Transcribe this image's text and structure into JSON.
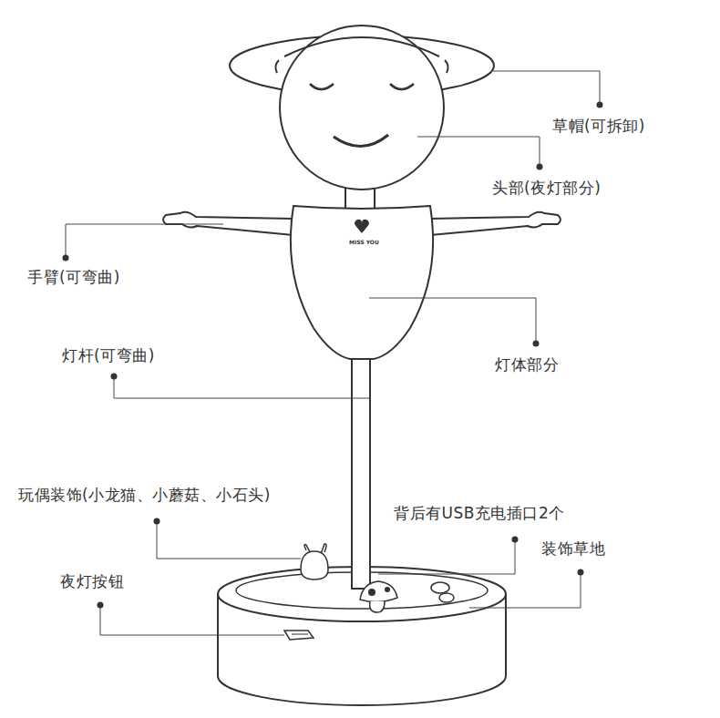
{
  "diagram": {
    "labels": [
      "草帽(可拆卸)",
      "头部(夜灯部分)",
      "手臂(可弯曲)",
      "灯体部分",
      "灯杆(可弯曲)",
      "玩偶装饰(小龙猫、小蘑菇、小石头)",
      "背后有USB充电插口2个",
      "装饰草地",
      "夜灯按钮",
      "MISS YOU"
    ]
  }
}
